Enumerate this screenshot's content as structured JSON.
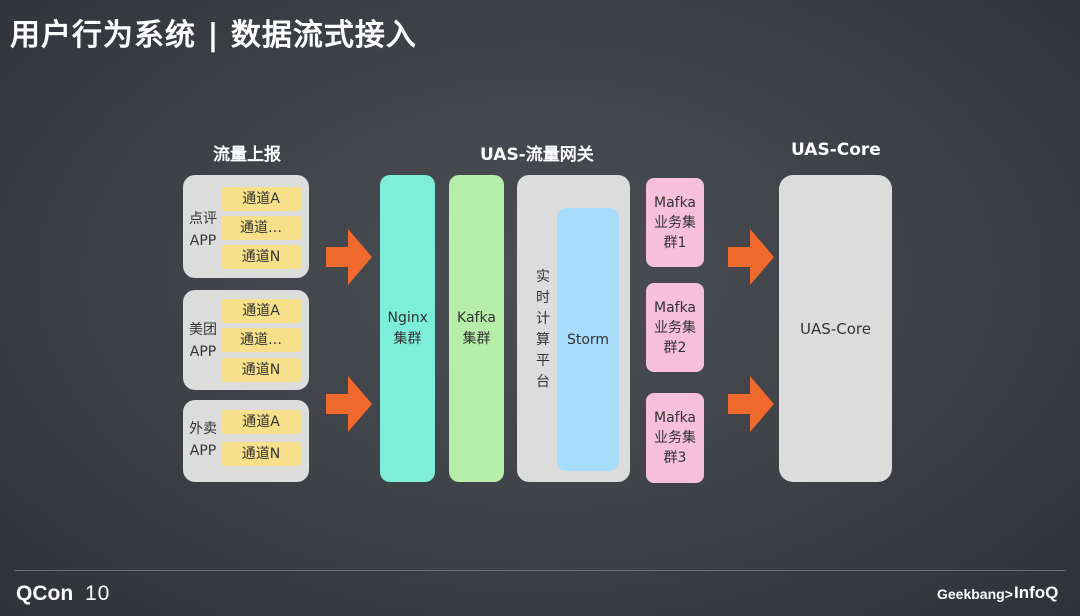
{
  "title": "用户行为系统 | 数据流式接入",
  "sections": {
    "report": "流量上报",
    "gateway": "UAS-流量网关",
    "core": "UAS-Core"
  },
  "apps": [
    {
      "name": "点评APP",
      "channels": [
        "通道A",
        "通道…",
        "通道N"
      ]
    },
    {
      "name": "美团APP",
      "channels": [
        "通道A",
        "通道…",
        "通道N"
      ]
    },
    {
      "name": "外卖APP",
      "channels": [
        "通道A",
        "通道N"
      ]
    }
  ],
  "gateway": {
    "nginx": "Nginx集群",
    "kafka": "Kafka集群",
    "compute": "实时计算平台",
    "storm": "Storm"
  },
  "mafka": [
    "Mafka业务集群1",
    "Mafka业务集群2",
    "Mafka业务集群3"
  ],
  "core_box": "UAS-Core",
  "footer": {
    "left_brand": "QCon",
    "left_badge": "10",
    "right_brand_1": "Geekbang>",
    "right_brand_2": "InfoQ"
  },
  "colors": {
    "arrow": "#ef6a2c",
    "nginx": "#7deed9",
    "kafka": "#b5eda9",
    "storm": "#a7dcfa",
    "mafka": "#f6bfdb",
    "channel": "#f6e089",
    "panel": "#dcdcdc"
  }
}
